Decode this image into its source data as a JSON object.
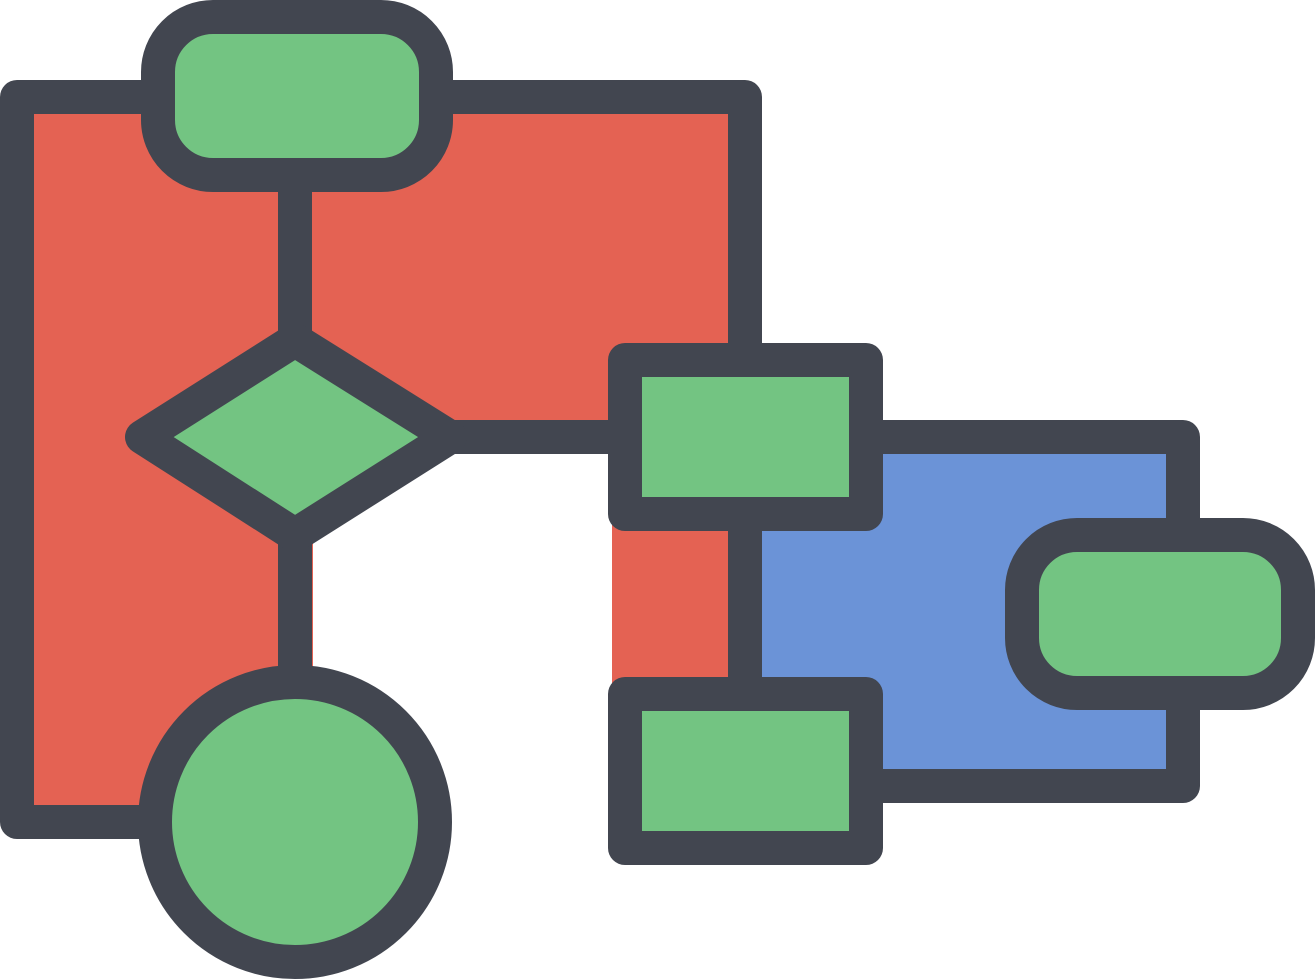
{
  "illustration": {
    "icon": "flowchart-icon",
    "colors": {
      "outline": "#424650",
      "left_panel": "#E46253",
      "right_panel": "#6B93D7",
      "node": "#73C482",
      "background": "#FFFFFF"
    },
    "node_shapes": [
      "rounded-rect-terminator",
      "diamond-decision",
      "circle-connector",
      "rect-process",
      "rect-process",
      "rounded-rect-terminator"
    ]
  }
}
